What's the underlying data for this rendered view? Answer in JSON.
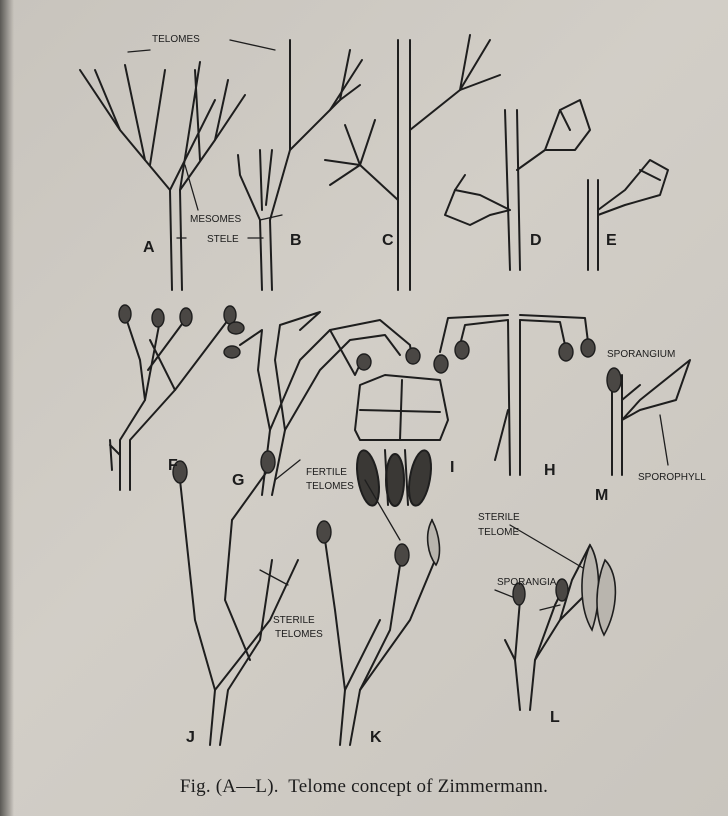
{
  "diagram": {
    "labels": {
      "telomes": "TELOMES",
      "mesomes": "MESOMES",
      "stele": "STELE",
      "fertile_telomes_1": "FERTILE",
      "fertile_telomes_2": "TELOMES",
      "sterile_telomes_1": "STERILE",
      "sterile_telomes_2": "TELOMES",
      "sterile_telome_1": "STERILE",
      "sterile_telome_2": "TELOME",
      "sporangia": "SPORANGIA",
      "sporangium": "SPORANGIUM",
      "sporophyll": "SPOROPHYLL"
    },
    "figure_letters": {
      "a": "A",
      "b": "B",
      "c": "C",
      "d": "D",
      "e": "E",
      "f": "F",
      "g": "G",
      "h": "H",
      "i": "I",
      "j": "J",
      "k": "K",
      "l": "L",
      "m": "M"
    }
  },
  "caption": {
    "prefix": "Fig. (A—L).",
    "text": "Telome concept of Zimmermann."
  }
}
